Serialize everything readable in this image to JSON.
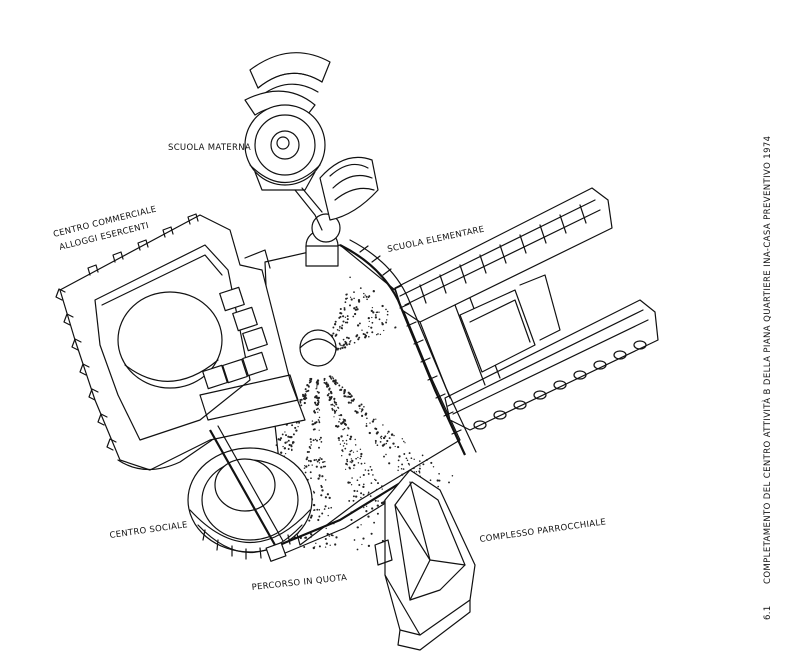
{
  "labels": {
    "scuola_materna": "SCUOLA MATERNA",
    "centro_commerciale_1": "CENTRO COMMERCIALE",
    "centro_commerciale_2": "ALLOGGI ESERCENTI",
    "scuola_elementare": "SCUOLA ELEMENTARE",
    "centro_sociale": "CENTRO SOCIALE",
    "complesso_parrocchiale": "COMPLESSO PARROCCHIALE",
    "percorso_in_quota": "PERCORSO IN QUOTA"
  },
  "caption": {
    "number": "6.1",
    "text": "COMPLETAMENTO DEL CENTRO ATTIVITÀ B DELLA PIANA QUARTIERE INA-CASA PREVENTIVO 1974"
  },
  "colors": {
    "ink": "#111111",
    "paper": "#ffffff"
  }
}
